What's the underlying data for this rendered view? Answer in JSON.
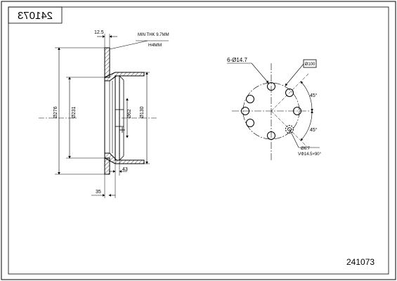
{
  "part_number": "241073",
  "title_block_number": "241073",
  "section_view": {
    "thickness_label": "12.5",
    "min_thickness_note": "MIN THK 9.7MM",
    "height_note": "H4MM",
    "outer_diameter": "Ø276",
    "diameter_2": "Ø231",
    "hub_diameter": "Ø62",
    "diameter_130": "Ø130",
    "dim_43": "43",
    "dim_35": "35"
  },
  "front_view": {
    "bolt_holes": "6-Ø14.7",
    "pcd_box": "Ø100",
    "angle_top": "45°",
    "angle_bottom": "45°",
    "small_hole": "Ø6.7",
    "small_hole_spec": "VΦ14.5×90°"
  }
}
